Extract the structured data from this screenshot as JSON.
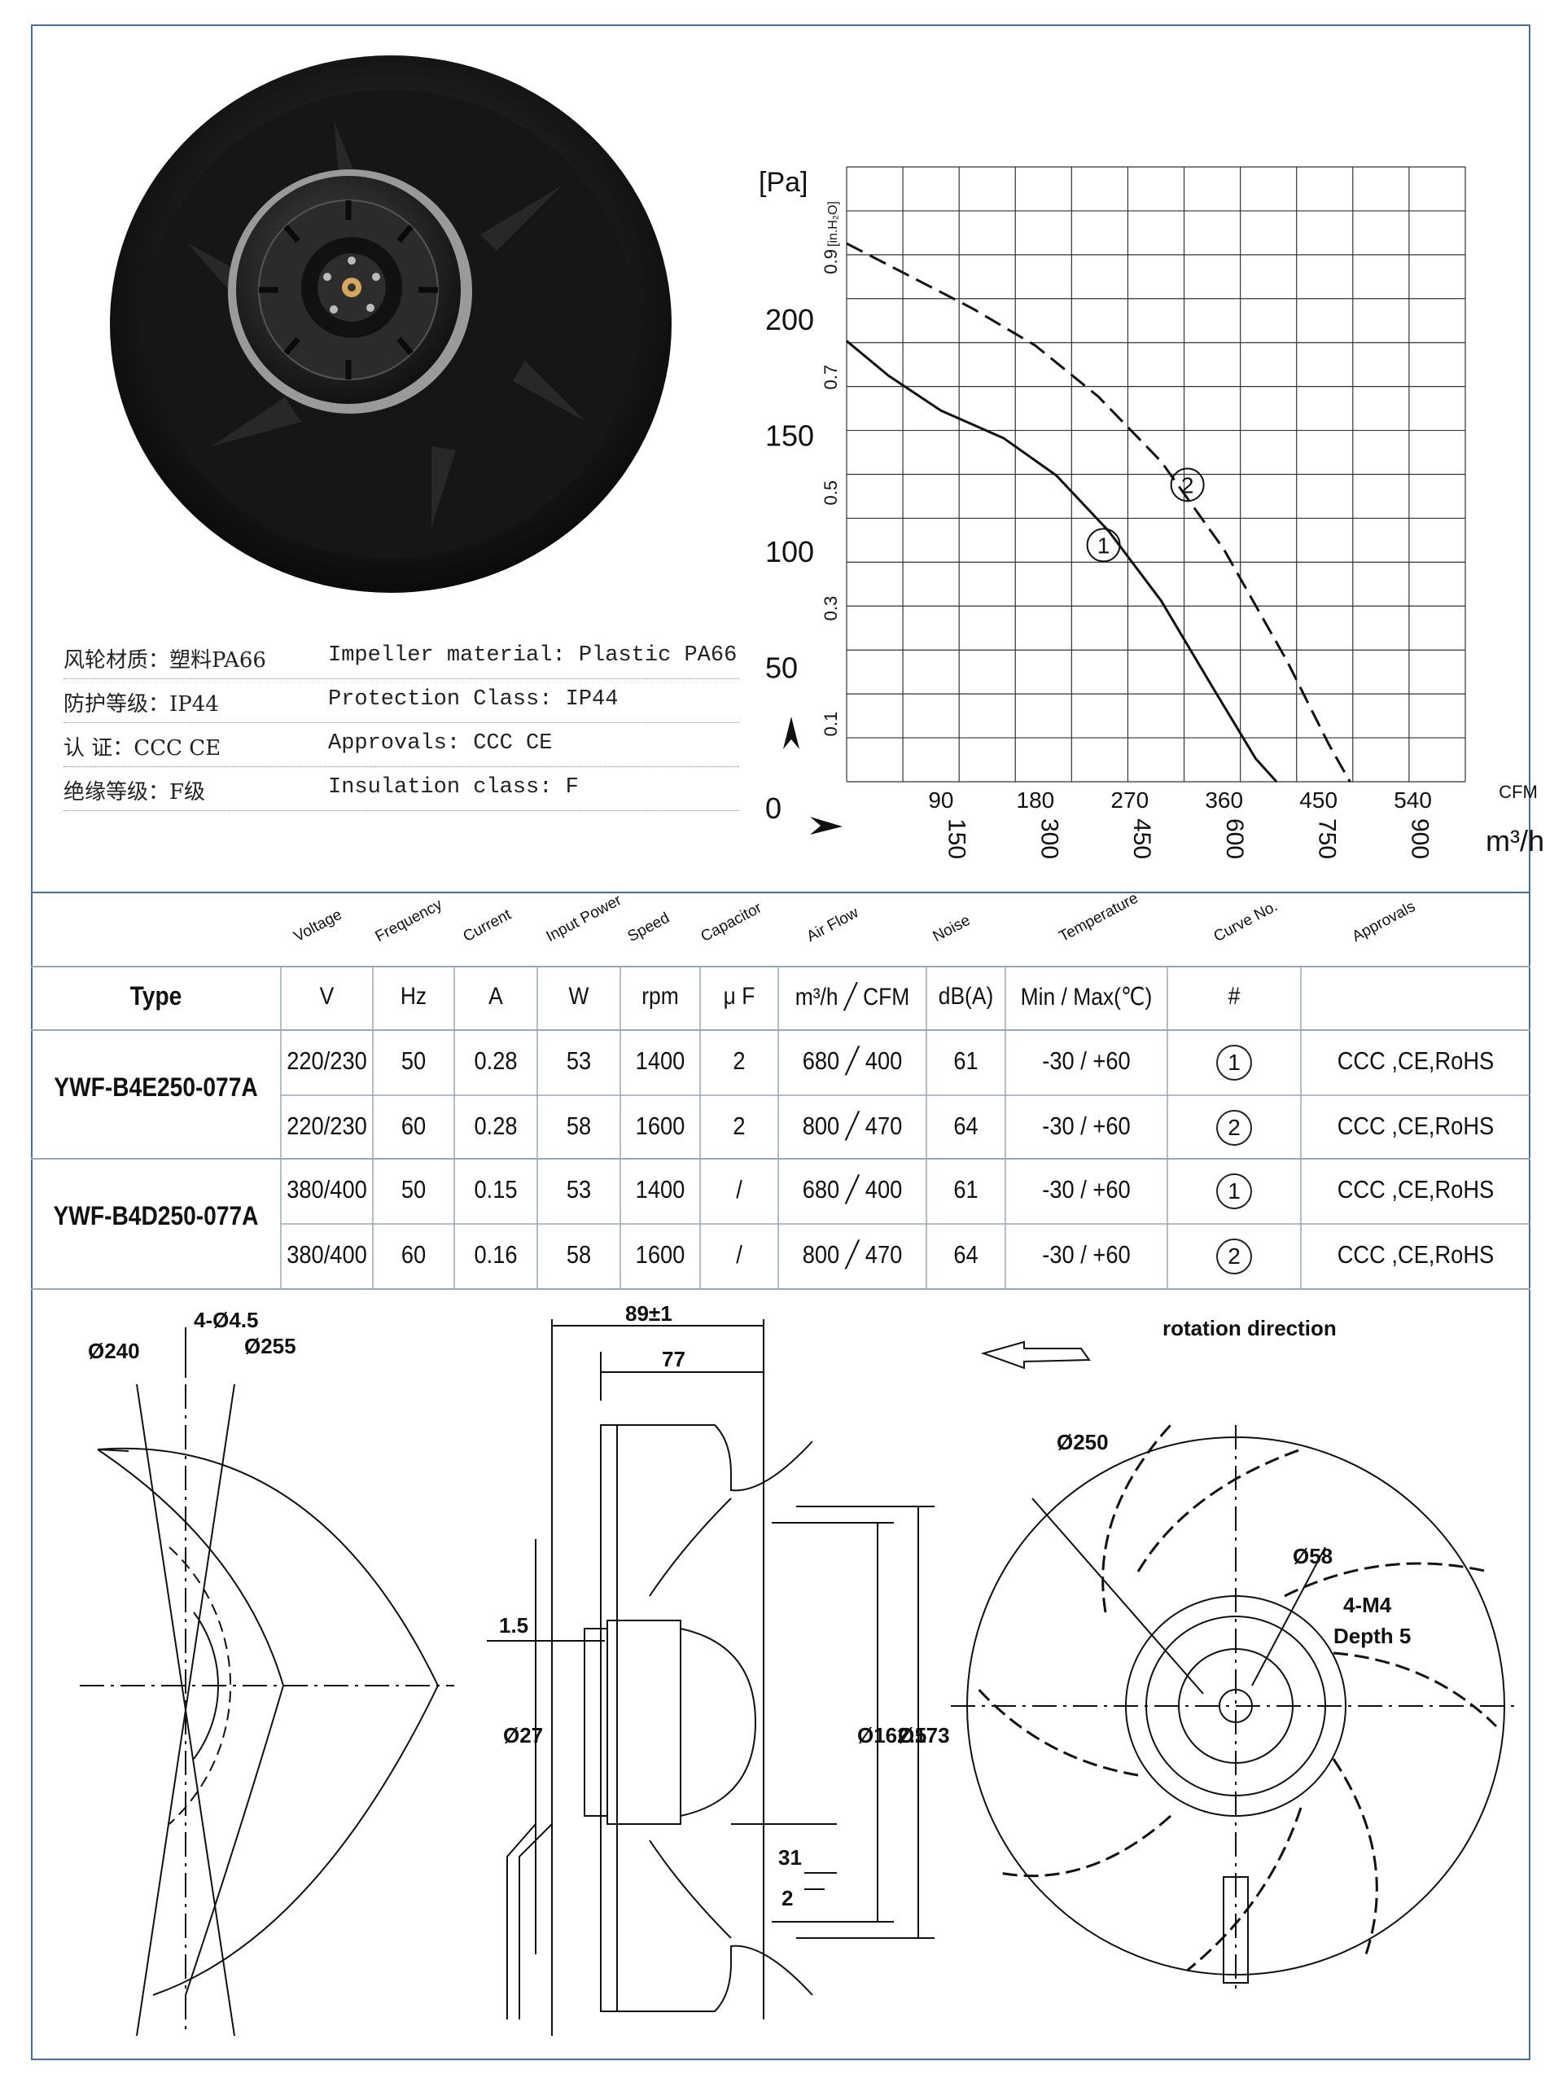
{
  "specs": [
    {
      "cn": "风轮材质：塑料PA66",
      "en": "Impeller material:  Plastic PA66"
    },
    {
      "cn": "防护等级：IP44",
      "en": "Protection Class: IP44"
    },
    {
      "cn": "认    证：CCC CE",
      "en": "Approvals: CCC  CE"
    },
    {
      "cn": "绝缘等级：F级",
      "en": "Insulation class: F"
    }
  ],
  "chart_data": {
    "type": "line",
    "y_label_pa": "[Pa]",
    "y_label_inh2o": "[in.H₂O]",
    "y_ticks_pa": [
      "0",
      "50",
      "100",
      "150",
      "200"
    ],
    "y_ticks_inh2o": [
      "0.1",
      "0.3",
      "0.5",
      "0.7",
      "0.9"
    ],
    "x_ticks_cfm": [
      "90",
      "180",
      "270",
      "360",
      "450",
      "540"
    ],
    "x_unit_cfm": "CFM",
    "x_ticks_m3h": [
      "150",
      "300",
      "450",
      "600",
      "750",
      "900"
    ],
    "x_unit_m3h": "m³/h",
    "xlim_cfm": [
      0,
      590
    ],
    "ylim_pa": [
      0,
      265
    ],
    "grid": true,
    "series": [
      {
        "name": "①",
        "style": "solid",
        "x": [
          0,
          40,
          90,
          150,
          200,
          250,
          300,
          350,
          390,
          410
        ],
        "y": [
          190,
          175,
          160,
          148,
          132,
          108,
          78,
          40,
          10,
          0
        ]
      },
      {
        "name": "②",
        "style": "dashed",
        "x": [
          0,
          60,
          120,
          180,
          240,
          300,
          360,
          420,
          460,
          480
        ],
        "y": [
          232,
          218,
          204,
          188,
          166,
          138,
          100,
          52,
          16,
          0
        ]
      }
    ]
  },
  "table": {
    "headers": [
      "Voltage",
      "Frequency",
      "Current",
      "Input Power",
      "Speed",
      "Capacitor",
      "Air Flow",
      "Noise",
      "Temperature",
      "Curve No.",
      "Approvals"
    ],
    "type_label": "Type",
    "units": [
      "V",
      "Hz",
      "A",
      "W",
      "rpm",
      "μ F",
      "m³/h ╱ CFM",
      "dB(A)",
      "Min / Max(℃)",
      "#",
      ""
    ],
    "groups": [
      {
        "model": "YWF-B4E250-077A",
        "rows": [
          [
            "220/230",
            "50",
            "0.28",
            "53",
            "1400",
            "2",
            "680 ╱ 400",
            "61",
            "-30 / +60",
            "1",
            "CCC ,CE,RoHS"
          ],
          [
            "220/230",
            "60",
            "0.28",
            "58",
            "1600",
            "2",
            "800 ╱ 470",
            "64",
            "-30 / +60",
            "2",
            "CCC ,CE,RoHS"
          ]
        ]
      },
      {
        "model": "YWF-B4D250-077A",
        "rows": [
          [
            "380/400",
            "50",
            "0.15",
            "53",
            "1400",
            "/",
            "680 ╱ 400",
            "61",
            "-30 / +60",
            "1",
            "CCC ,CE,RoHS"
          ],
          [
            "380/400",
            "60",
            "0.16",
            "58",
            "1600",
            "/",
            "800 ╱ 470",
            "64",
            "-30 / +60",
            "2",
            "CCC ,CE,RoHS"
          ]
        ]
      }
    ]
  },
  "drawings": {
    "left": {
      "d1": "4-Ø4.5",
      "d2": "Ø240",
      "d3": "Ø255"
    },
    "side": {
      "w1": "89±1",
      "w2": "77",
      "t": "1.5",
      "hub": "Ø27",
      "d1": "Ø162.5",
      "d2": "Ø173",
      "l1": "31",
      "l2": "2"
    },
    "front": {
      "title": "rotation direction",
      "d1": "Ø250",
      "d2": "Ø58",
      "screw": "4-M4",
      "depth": "Depth 5"
    }
  },
  "colors": {
    "frame": "#4a6e9a",
    "ink": "#111111"
  }
}
